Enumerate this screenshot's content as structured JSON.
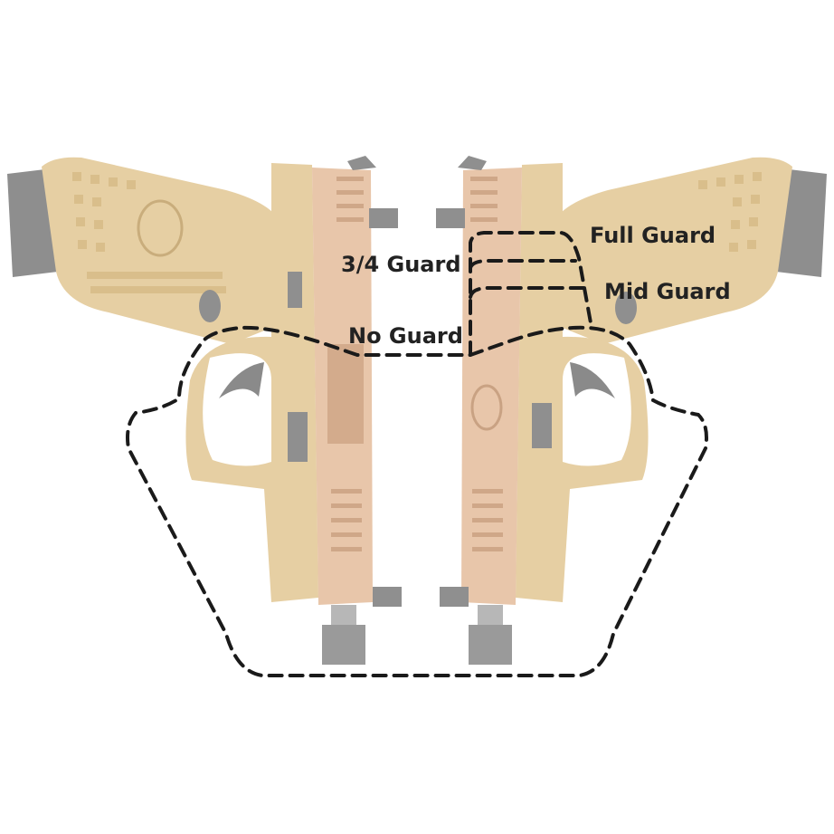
{
  "image": {
    "subject": "Pistol holster guard-coverage comparison",
    "colors": {
      "background": "#ffffff",
      "frame_tan": "#e7d2a8",
      "frame_shade": "#d8bf90",
      "slide_pink": "#e9c8ad",
      "slide_shade": "#d5ad90",
      "metal_gray": "#9a9a9a",
      "dashed_line": "#1a1a1a",
      "label_text": "#222222"
    }
  },
  "labels": {
    "full_guard": "Full Guard",
    "three_quarter_guard": "3/4 Guard",
    "mid_guard": "Mid Guard",
    "no_guard": "No Guard"
  }
}
